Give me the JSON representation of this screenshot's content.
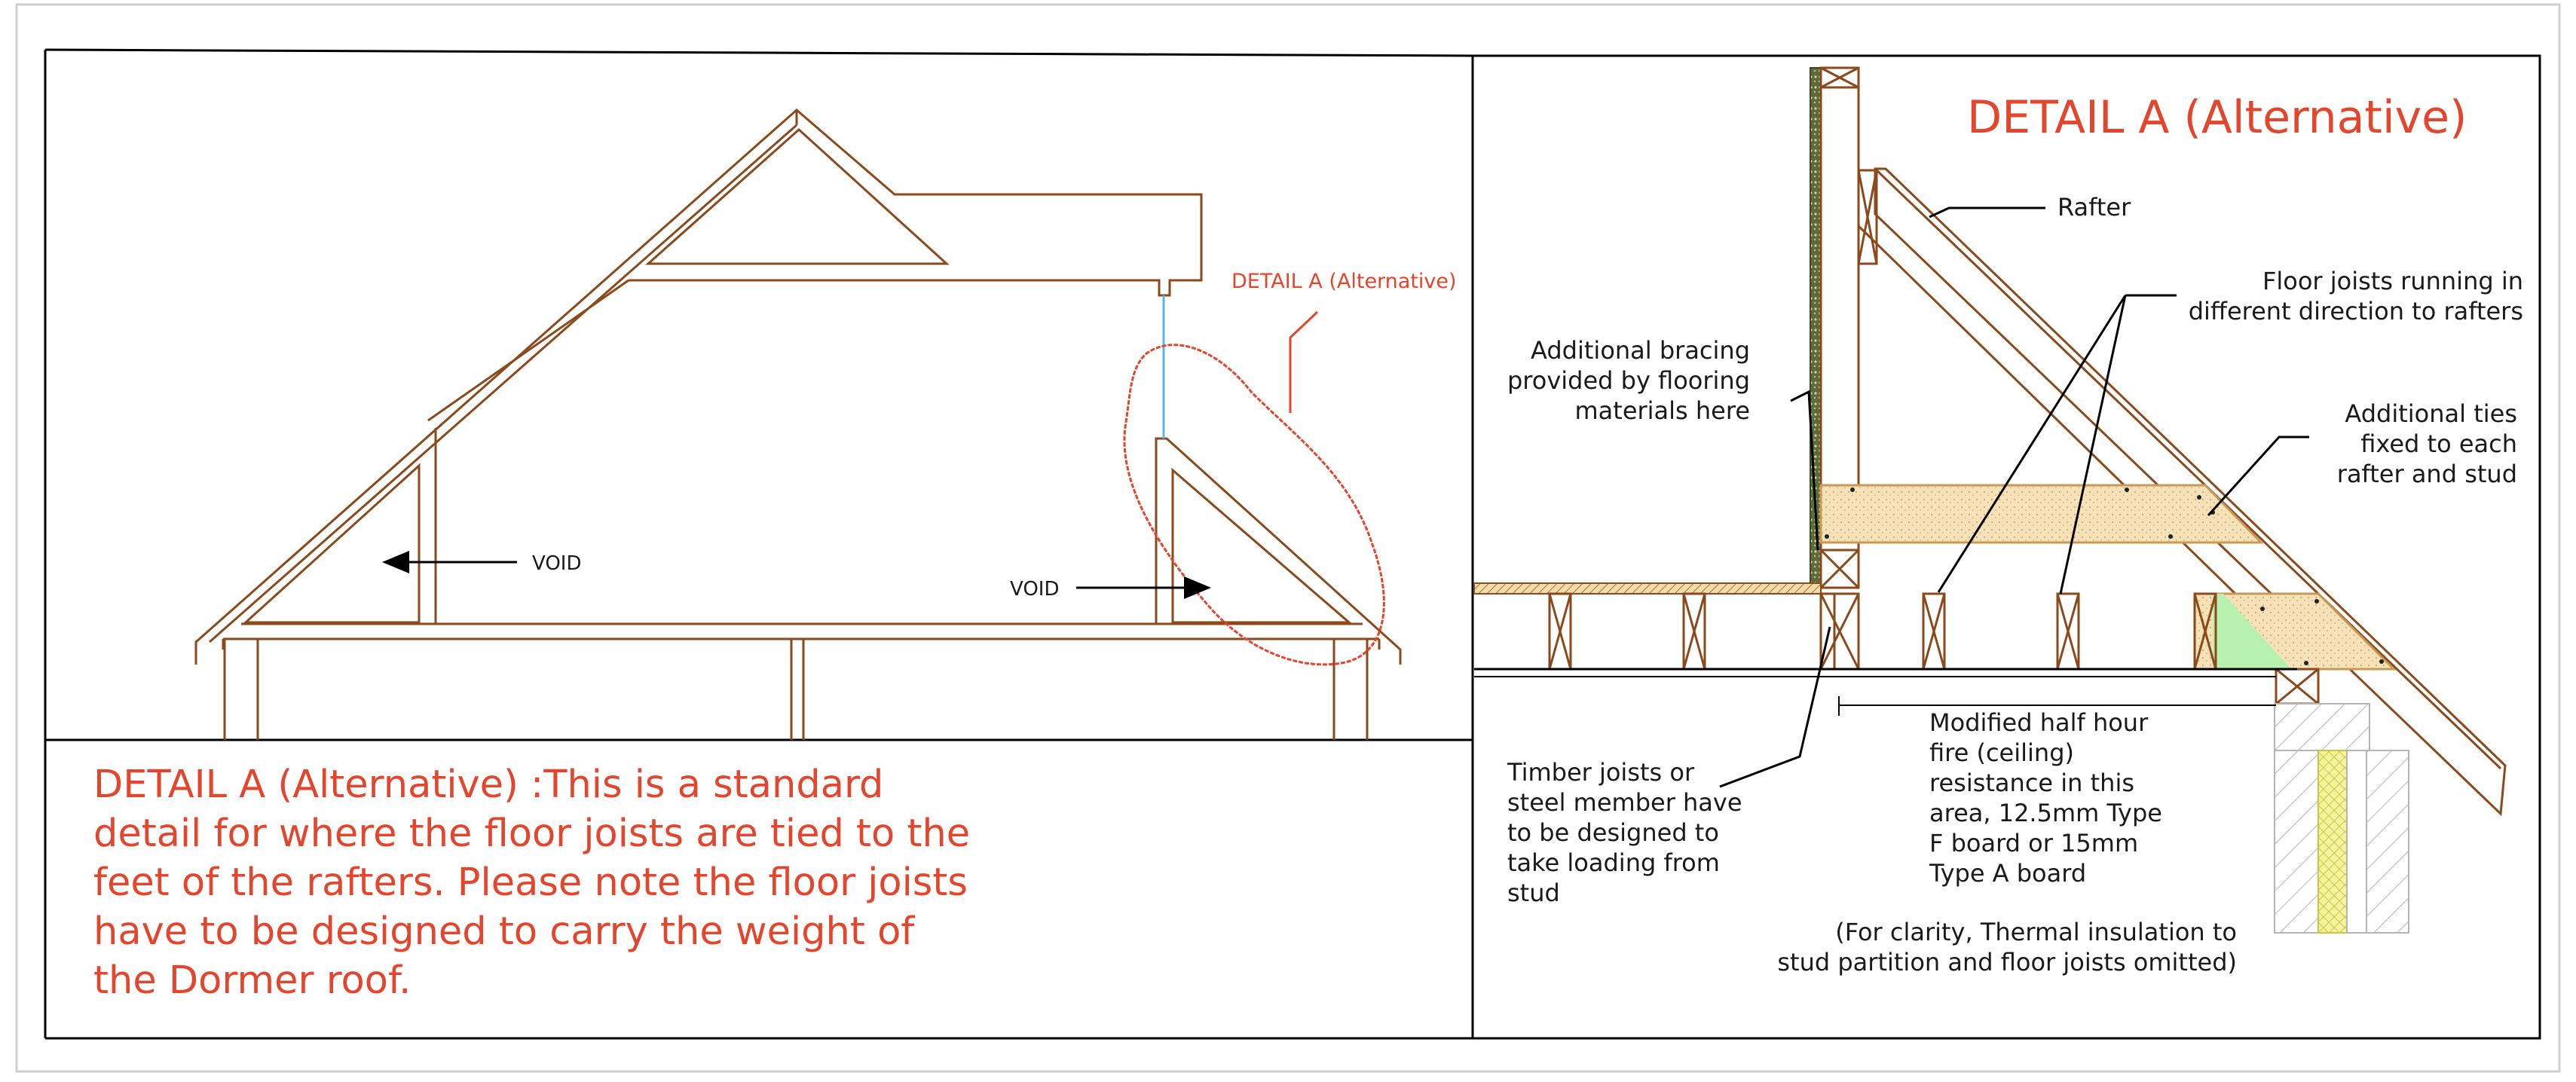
{
  "left_panel": {
    "callout_label": "DETAIL A (Alternative)",
    "void_left": "VOID",
    "void_right": "VOID"
  },
  "note": {
    "lines": [
      "DETAIL A (Alternative) :This is a standard",
      "detail for where the floor joists are tied to the",
      "feet of the rafters. Please note the floor joists",
      "have to be designed to carry the weight of",
      "the Dormer roof."
    ]
  },
  "detail": {
    "title": "DETAIL A (Alternative)",
    "rafter": "Rafter",
    "floor_joists": [
      "Floor joists running in",
      "different direction to rafters"
    ],
    "bracing": [
      "Additional bracing",
      "provided by flooring",
      "materials here"
    ],
    "ties": [
      "Additional ties",
      "fixed to each",
      "rafter and stud"
    ],
    "timber": [
      "Timber joists or",
      "steel member have",
      "to be designed to",
      "take loading from",
      "stud"
    ],
    "fire": [
      "Modified half hour",
      "fire (ceiling)",
      "resistance in this",
      "area, 12.5mm Type",
      "F board or 15mm",
      "Type A board"
    ],
    "clarity": [
      "(For clarity, Thermal insulation to",
      "stud partition and floor joists omitted)"
    ]
  },
  "colors": {
    "timber": "#8b4a1c",
    "annotation_red": "#e3452d",
    "fill_tan": "#f3dcaa",
    "fill_green": "#b8f0b0",
    "ceiling_blue": "#5ab4e8"
  }
}
